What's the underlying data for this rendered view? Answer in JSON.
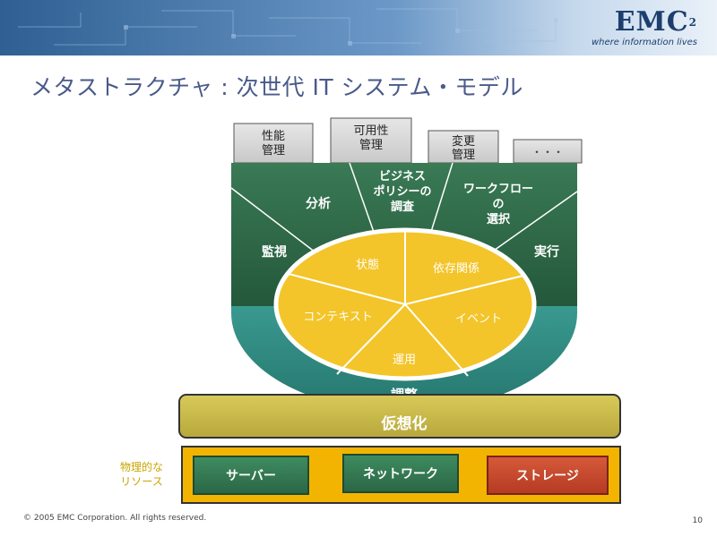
{
  "header": {
    "logo_text": "EMC",
    "logo_superscript": "2",
    "logo_tagline": "where information lives"
  },
  "title": "メタストラクチャ : 次世代 IT システム・モデル",
  "top_boxes": {
    "performance": [
      "性能",
      "管理"
    ],
    "availability": [
      "可用性",
      "管理"
    ],
    "change": [
      "変更",
      "管理"
    ],
    "more": "・・・"
  },
  "outer_segments": {
    "monitor": "監視",
    "analyze": "分析",
    "policy": [
      "ビジネス",
      "ポリシーの",
      "調査"
    ],
    "workflow": [
      "ワークフロー",
      "の",
      "選択"
    ],
    "execute": "実行"
  },
  "inner_segments": {
    "state": "状態",
    "dependency": "依存関係",
    "context": "コンテキスト",
    "event": "イベント",
    "operation": "運用"
  },
  "coordination": "調整",
  "virtualization": "仮想化",
  "physical_resources": {
    "label": [
      "物理的な",
      "リソース"
    ],
    "server": "サーバー",
    "network": "ネットワーク",
    "storage": "ストレージ"
  },
  "colors": {
    "dark_green": "#2e6b48",
    "teal": "#2e8b82",
    "yellow": "#f0c21e",
    "olive": "#c8b84a",
    "orange": "#f0b000",
    "storage_red": "#c8442a"
  },
  "footer": {
    "copyright": "© 2005 EMC Corporation. All rights reserved.",
    "page_number": "10"
  }
}
